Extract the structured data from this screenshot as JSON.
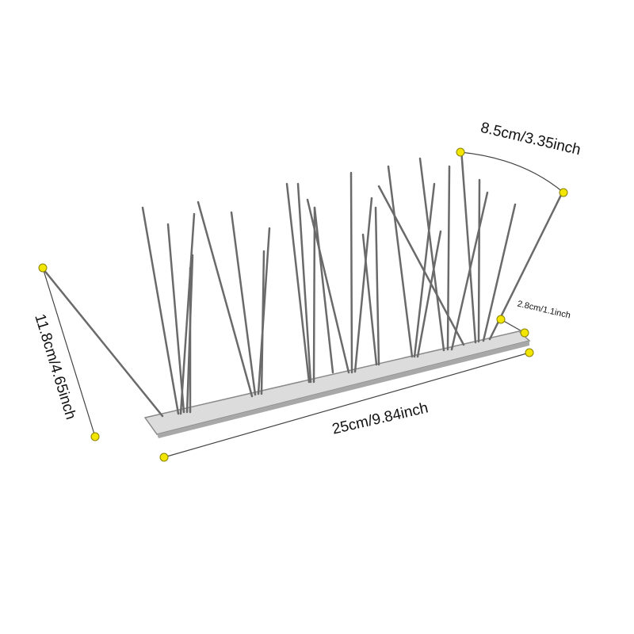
{
  "dimensions": {
    "spike_spread": "8.5cm/3.35inch",
    "base_width": "2.8cm/1.1inch",
    "length": "25cm/9.84inch",
    "height": "11.8cm/4.65inch"
  },
  "colors": {
    "marker": "#f2e600",
    "spike": "#6e6e6e",
    "base": "#d8d8d8"
  }
}
